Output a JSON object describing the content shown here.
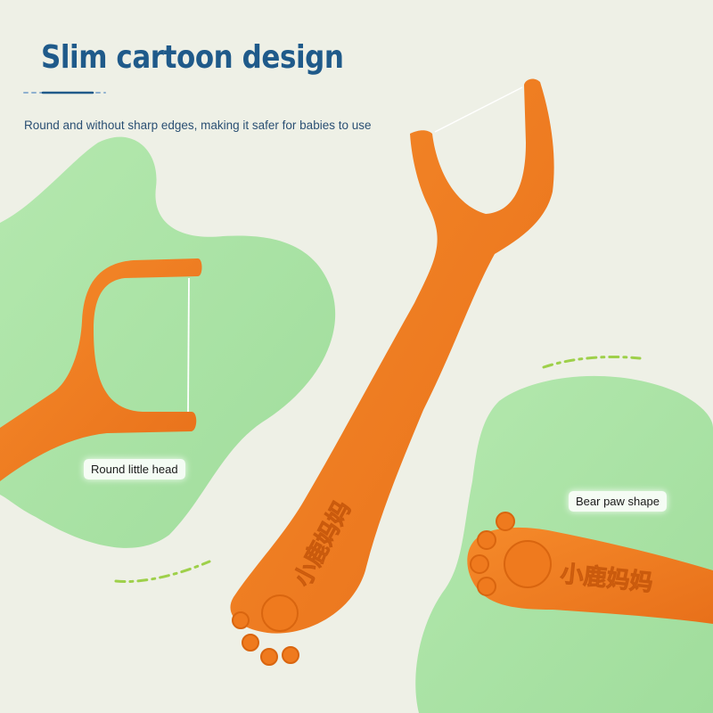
{
  "header": {
    "title": "Slim cartoon design",
    "subtitle": "Round and without sharp edges, making it safer for babies to use"
  },
  "callouts": {
    "head": "Round little head",
    "paw": "Bear paw shape"
  },
  "product": {
    "handle_text": "小鹿妈妈"
  },
  "colors": {
    "background": "#eef0e6",
    "blob": "#a6e3a1",
    "orange": "#f07a1f",
    "title": "#1f5a8a",
    "accent_dash": "#9ed04a"
  }
}
